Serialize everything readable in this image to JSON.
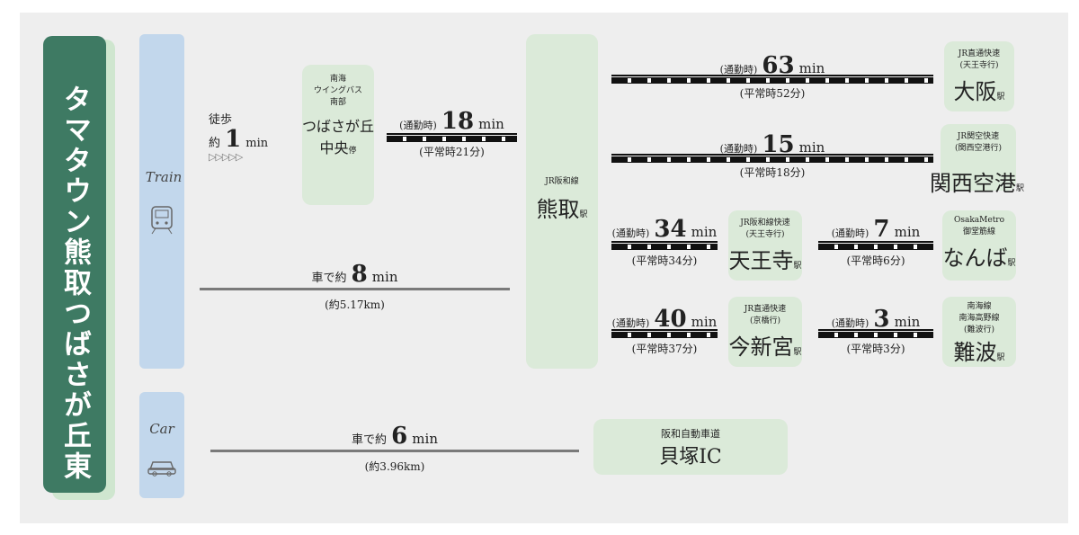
{
  "title": "タマタウン熊取つばさが丘東",
  "train_label": "Train",
  "car_label": "Car",
  "walk": {
    "label": "徒歩",
    "prefix": "約",
    "value": "1",
    "unit": "min",
    "arrows": "▷▷▷▷▷"
  },
  "bus_stop": {
    "line1": "南海",
    "line2": "ウイングバス",
    "line3": "南部",
    "name1": "つばさが丘",
    "name2": "中央",
    "suffix": "停"
  },
  "bus_ride": {
    "tag": "(通勤時)",
    "value": "18",
    "unit": "min",
    "normal": "(平常時21分)"
  },
  "car_kumatori": {
    "prefix": "車で約",
    "value": "8",
    "unit": "min",
    "distance": "(約5.17km)"
  },
  "kumatori_station": {
    "line": "JR阪和線",
    "name": "熊取",
    "suffix": "駅"
  },
  "routes": {
    "osaka": {
      "tag": "(通勤時)",
      "value": "63",
      "unit": "min",
      "normal": "(平常時52分)",
      "line1": "JR直通快速",
      "line2": "(天王寺行)",
      "name": "大阪",
      "suffix": "駅"
    },
    "kansai": {
      "tag": "(通勤時)",
      "value": "15",
      "unit": "min",
      "normal": "(平常時18分)",
      "line1": "JR関空快速",
      "line2": "(関西空港行)",
      "name": "関西空港",
      "suffix": "駅"
    },
    "tennoji": {
      "tag": "(通勤時)",
      "value": "34",
      "unit": "min",
      "normal": "(平常時34分)",
      "line1": "JR阪和線快速",
      "line2": "(天王寺行)",
      "name": "天王寺",
      "suffix": "駅"
    },
    "namba_metro": {
      "tag": "(通勤時)",
      "value": "7",
      "unit": "min",
      "normal": "(平常時6分)",
      "line1": "OsakaMetro",
      "line2": "御堂筋線",
      "name": "なんば",
      "suffix": "駅"
    },
    "imamiya": {
      "tag": "(通勤時)",
      "value": "40",
      "unit": "min",
      "normal": "(平常時37分)",
      "line1": "JR直通快速",
      "line2": "(京橋行)",
      "name": "今新宮",
      "suffix": "駅"
    },
    "namba_nankai": {
      "tag": "(通勤時)",
      "value": "3",
      "unit": "min",
      "normal": "(平常時3分)",
      "line1": "南海線",
      "line2": "南海高野線",
      "line3": "(難波行)",
      "name": "難波",
      "suffix": "駅"
    }
  },
  "car_ic": {
    "prefix": "車で約",
    "value": "6",
    "unit": "min",
    "distance": "(約3.96km)"
  },
  "ic": {
    "line": "阪和自動車道",
    "name": "貝塚IC"
  },
  "colors": {
    "accent": "#3e7a63",
    "box": "#dbead9",
    "blue": "#c2d7ec",
    "panel": "#eeeeee"
  }
}
